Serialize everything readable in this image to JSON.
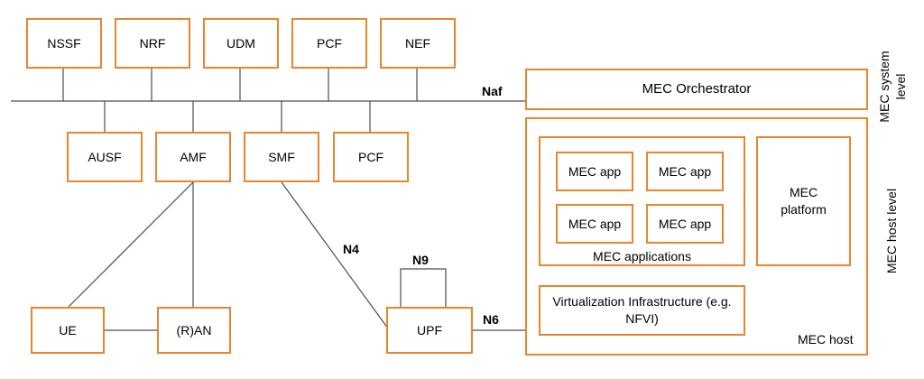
{
  "core": {
    "top_row": [
      "NSSF",
      "NRF",
      "UDM",
      "PCF",
      "NEF"
    ],
    "bottom_row": [
      "AUSF",
      "AMF",
      "SMF",
      "PCF"
    ]
  },
  "access": {
    "ue": "UE",
    "ran": "(R)AN",
    "upf": "UPF"
  },
  "interfaces": {
    "naf": "Naf",
    "n4": "N4",
    "n9": "N9",
    "n6": "N6"
  },
  "mec": {
    "orchestrator": "MEC Orchestrator",
    "apps": [
      "MEC app",
      "MEC app",
      "MEC app",
      "MEC app"
    ],
    "applications_label": "MEC applications",
    "platform": "MEC platform",
    "virtualization": "Virtualization Infrastructure (e.g. NFVI)",
    "host_label": "MEC host",
    "system_level": "MEC system level",
    "host_level": "MEC host level"
  },
  "colors": {
    "box_border": "#e9852f",
    "line": "#4d4d4d"
  }
}
